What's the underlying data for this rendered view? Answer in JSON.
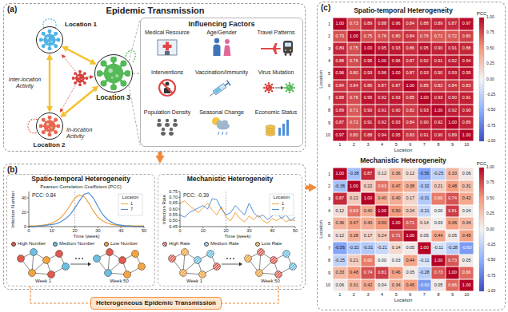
{
  "diagram": {
    "nodes": [
      {
        "text": [
          "(a)",
          "Epidemic Transmission"
        ]
      },
      {
        "text": [
          "Location 1"
        ],
        "in": 0
      },
      {
        "text": [
          "Location 2"
        ],
        "in": 0
      },
      {
        "text": [
          "Location 3"
        ],
        "in": 0
      },
      {
        "text": [
          "Influencing Factors"
        ],
        "in": 0
      },
      {
        "text": [
          "(b)"
        ]
      },
      {
        "text": [
          "Spatio-temporal Heterogeneity"
        ],
        "in": 5
      },
      {
        "text": [
          "Mechanistic Heterogeneity"
        ],
        "in": 5
      },
      {
        "text": [
          "Heterogeneous Epidemic Transmission"
        ]
      },
      {
        "text": [
          "(c)"
        ]
      }
    ],
    "edges": [
      {
        "from": 1,
        "to": 2,
        "arrow": "both"
      },
      {
        "from": 1,
        "to": 3,
        "arrow": "both"
      },
      {
        "from": 2,
        "to": 3,
        "arrow": "both"
      },
      {
        "from": 3,
        "to": 4,
        "arrow": "none"
      },
      {
        "from": 0,
        "to": 5,
        "arrow": "to"
      },
      {
        "from": 5,
        "to": 9,
        "arrow": "to"
      },
      {
        "from": 6,
        "to": 8,
        "arrow": "none"
      },
      {
        "from": 7,
        "to": 8,
        "arrow": "none"
      }
    ],
    "labels": [
      "Inter-location Activity",
      "In-location Activity",
      "Medical Resource",
      "Age/Gender",
      "Travel Patterns",
      "Interventions",
      "Vaccination/Immunity",
      "Virus Mutation",
      "Population Density",
      "Seasonal Change",
      "Economic Status",
      "Pearson Correlation Coefficient (PCC)",
      "PCC: 0.84",
      "Infection Number",
      "0",
      "20",
      "40",
      "0",
      "10",
      "20",
      "30",
      "40",
      "50",
      "Time (week)",
      "Location",
      "Week 1",
      "Week 50",
      "PCC: -0.39",
      "Infection Rate",
      "0.45",
      "0.50",
      "0.55",
      "0.60",
      "0.65",
      "0.70",
      "0.75",
      "0",
      "10",
      "20",
      "30",
      "40",
      "50",
      "Time (week)",
      "Location",
      "Week 1",
      "Week 50",
      "Spatio-temporal Heterogeneity",
      "PCC",
      "1.00",
      "0.75",
      "0.50",
      "0.25",
      "0.00",
      "-0.25",
      "-0.50",
      "-0.75",
      "-1.00",
      "1.00",
      "0.73",
      "0.89",
      "0.88",
      "0.96",
      "0.84",
      "0.88",
      "0.89",
      "0.87",
      "0.97",
      "0.73",
      "1.00",
      "0.75",
      "0.76",
      "0.80",
      "0.84",
      "0.76",
      "0.71",
      "0.72",
      "0.80",
      "0.89",
      "0.75",
      "1.00",
      "0.95",
      "0.93",
      "0.86",
      "0.95",
      "0.90",
      "0.91",
      "0.88",
      "0.88",
      "0.76",
      "0.95",
      "1.00",
      "0.96",
      "0.87",
      "0.92",
      "0.91",
      "0.92",
      "0.94",
      "0.96",
      "0.80",
      "0.93",
      "0.96",
      "1.00",
      "0.87",
      "0.93",
      "0.90",
      "0.93",
      "0.95",
      "0.84",
      "0.84",
      "0.86",
      "0.87",
      "0.87",
      "1.00",
      "0.85",
      "0.82",
      "0.84",
      "0.83",
      "0.88",
      "0.76",
      "0.95",
      "0.92",
      "0.93",
      "0.85",
      "1.00",
      "0.93",
      "0.90",
      "0.91",
      "0.89",
      "0.71",
      "0.90",
      "0.91",
      "0.90",
      "0.82",
      "0.93",
      "1.00",
      "0.92",
      "0.90",
      "0.87",
      "0.72",
      "0.91",
      "0.92",
      "0.93",
      "0.84",
      "0.90",
      "0.92",
      "1.00",
      "0.89",
      "0.97",
      "0.80",
      "0.88",
      "0.94",
      "0.95",
      "0.83",
      "0.91",
      "0.90",
      "0.89",
      "1.00",
      "1",
      "2",
      "3",
      "4",
      "5",
      "6",
      "7",
      "8",
      "9",
      "10",
      "1",
      "2",
      "3",
      "4",
      "5",
      "6",
      "7",
      "8",
      "9",
      "10",
      "Location",
      "Location",
      "Mechanistic Heterogeneity",
      "PCC",
      "1.00",
      "0.75",
      "0.50",
      "0.25",
      "0.00",
      "-0.25",
      "-0.50",
      "-0.75",
      "-1.00",
      "1.00",
      "-0.38",
      "0.87",
      "0.12",
      "0.36",
      "0.12",
      "-0.56",
      "-0.25",
      "0.33",
      "0.06",
      "-0.38",
      "1.00",
      "0.22",
      "0.63",
      "0.47",
      "0.38",
      "-0.32",
      "0.21",
      "0.48",
      "0.31",
      "0.87",
      "0.22",
      "1.00",
      "0.40",
      "0.40",
      "0.17",
      "-0.31",
      "0.60",
      "0.74",
      "0.42",
      "0.12",
      "0.63",
      "0.40",
      "1.00",
      "0.50",
      "0.24",
      "-0.21",
      "0.00",
      "0.81",
      "0.04",
      "0.36",
      "0.47",
      "0.40",
      "0.50",
      "1.00",
      "0.71",
      "0.14",
      "0.03",
      "0.46",
      "0.34",
      "0.12",
      "0.38",
      "0.17",
      "0.24",
      "0.71",
      "1.00",
      "0.05",
      "0.44",
      "0.05",
      "0.45",
      "-0.56",
      "-0.32",
      "-0.31",
      "-0.21",
      "0.14",
      "0.05",
      "1.00",
      "-0.11",
      "-0.28",
      "-0.60",
      "-0.25",
      "0.21",
      "0.60",
      "0.00",
      "0.03",
      "0.44",
      "-0.11",
      "1.00",
      "0.73",
      "0.05",
      "0.33",
      "0.48",
      "0.74",
      "0.81",
      "0.46",
      "0.05",
      "-0.28",
      "0.73",
      "1.00",
      "0.66",
      "0.06",
      "0.31",
      "0.42",
      "0.04",
      "0.34",
      "0.45",
      "-0.60",
      "0.05",
      "0.66",
      "1.00",
      "1",
      "2",
      "3",
      "4",
      "5",
      "6",
      "7",
      "8",
      "9",
      "10",
      "1",
      "2",
      "3",
      "4",
      "5",
      "6",
      "7",
      "8",
      "9",
      "10",
      "Location",
      "Location"
    ],
    "legend": [
      {
        "text": "High Number",
        "color": "#e05a4e"
      },
      {
        "text": "Medium Number",
        "color": "#6bbfe3"
      },
      {
        "text": "Low Number",
        "color": "#f2a541"
      },
      {
        "text": "High Rate"
      },
      {
        "text": "Medium Rate"
      },
      {
        "text": "Low Rate"
      },
      {
        "text": "1"
      },
      {
        "text": "7"
      },
      {
        "text": "1"
      },
      {
        "text": "7"
      }
    ]
  }
}
